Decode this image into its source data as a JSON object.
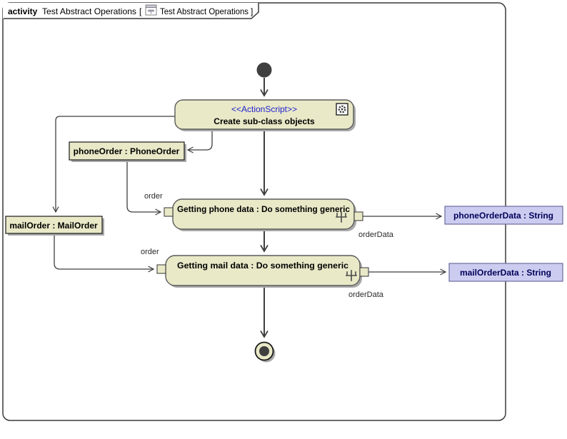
{
  "header": {
    "keyword": "activity",
    "name": "Test Abstract Operations",
    "open_bracket": "[",
    "diagram_name": "Test Abstract Operations",
    "close_bracket": "]"
  },
  "nodes": {
    "create_action": {
      "stereotype": "<<ActionScript>>",
      "name": "Create sub-class objects"
    },
    "phone_order_object": {
      "name": "phoneOrder : PhoneOrder"
    },
    "mail_order_object": {
      "name": "mailOrder : MailOrder"
    },
    "getting_phone_action": {
      "name": "Getting phone data : Do something generic"
    },
    "getting_mail_action": {
      "name": "Getting mail data : Do something generic"
    },
    "phone_order_data_object": {
      "name": "phoneOrderData : String"
    },
    "mail_order_data_object": {
      "name": "mailOrderData : String"
    }
  },
  "edge_labels": {
    "phone_in_pin": "order",
    "phone_out_pin": "orderData",
    "mail_in_pin": "order",
    "mail_out_pin": "orderData"
  },
  "colors": {
    "action_fill": "#e9e9c8",
    "action_border": "#5a5a5a",
    "object_border": "#1a1a1a",
    "data_fill": "#ccccf0",
    "data_border": "#6b6b9e",
    "data_text": "#00005a",
    "stereotype_text": "#2020cf",
    "flow": "#3f3f3f",
    "shadow": "#a9a9a9",
    "background": "#ffffff"
  }
}
